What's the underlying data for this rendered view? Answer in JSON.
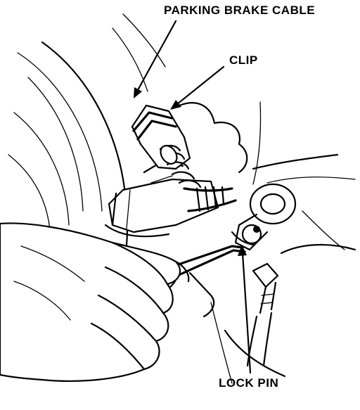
{
  "labels": {
    "parking_brake_cable": "PARKING BRAKE CABLE",
    "clip": "CLIP",
    "lock_pin": "LOCK PIN"
  },
  "colors": {
    "ink": "#000000",
    "background": "#ffffff"
  }
}
